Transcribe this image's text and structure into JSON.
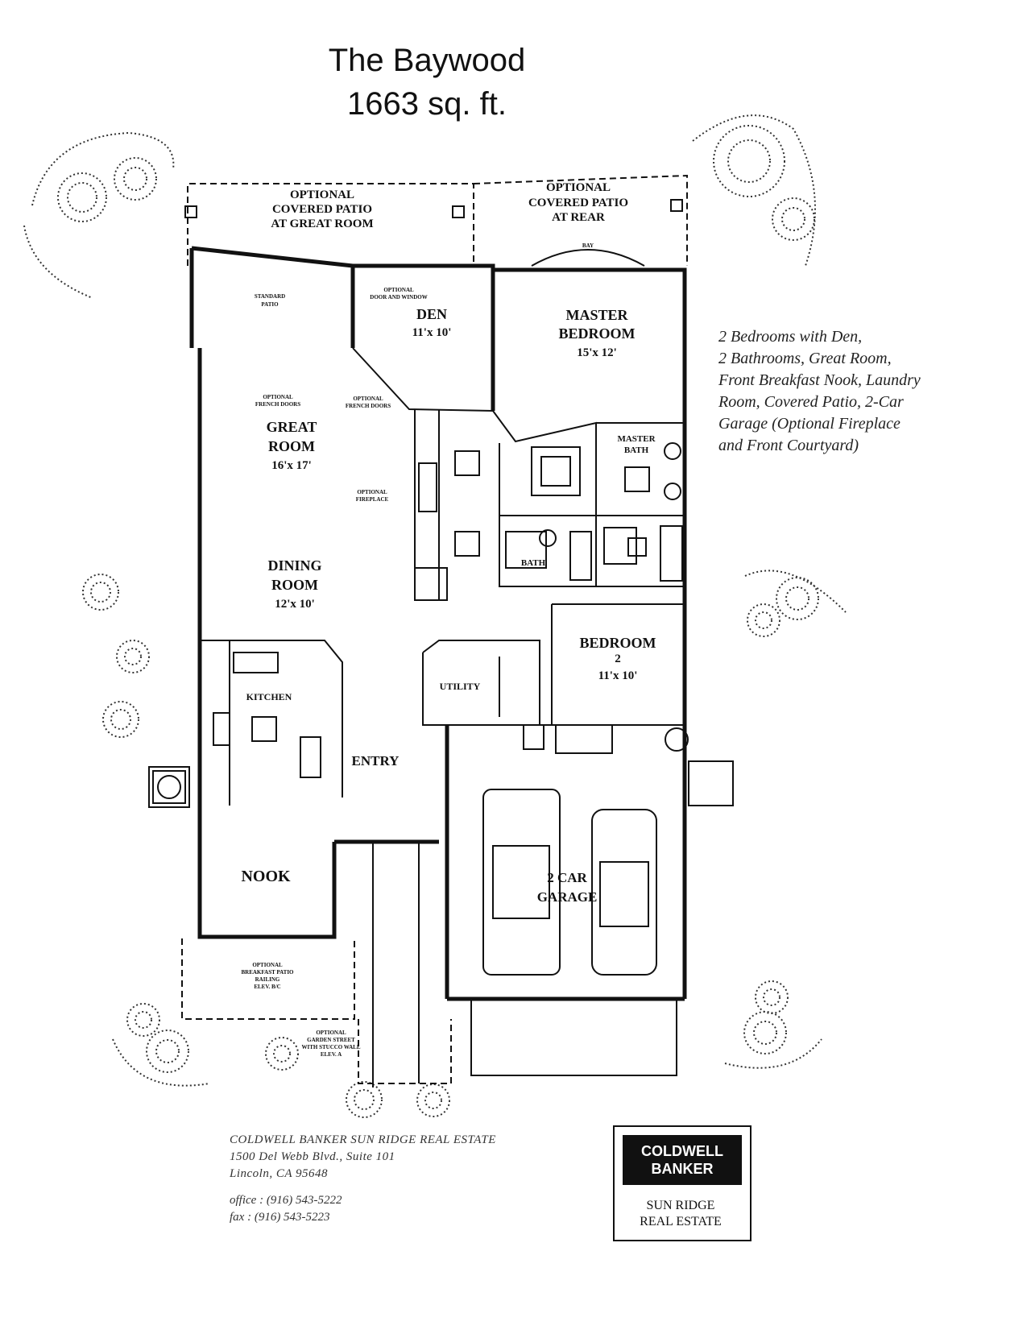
{
  "title": {
    "name": "The Baywood",
    "area": "1663 sq. ft."
  },
  "rooms": {
    "patio_great_room": [
      "OPTIONAL",
      "COVERED PATIO",
      "AT GREAT ROOM"
    ],
    "patio_rear": [
      "OPTIONAL",
      "COVERED PATIO",
      "AT REAR"
    ],
    "den": {
      "name": "DEN",
      "size": "11'x 10'"
    },
    "master_bedroom": {
      "name": [
        "MASTER",
        "BEDROOM"
      ],
      "size": "15'x 12'"
    },
    "great_room": {
      "name": [
        "GREAT",
        "ROOM"
      ],
      "size": "16'x 17'"
    },
    "dining_room": {
      "name": [
        "DINING",
        "ROOM"
      ],
      "size": "12'x 10'"
    },
    "master_bath": [
      "MASTER",
      "BATH"
    ],
    "bath": "BATH",
    "bedroom_2": {
      "name": [
        "BEDROOM",
        "2"
      ],
      "size": "11'x 10'"
    },
    "utility": "UTILITY",
    "kitchen": "KITCHEN",
    "entry": "ENTRY",
    "nook": "NOOK",
    "garage": [
      "2 CAR",
      "GARAGE"
    ]
  },
  "small_notes": {
    "standard_patio": [
      "STANDARD",
      "PATIO"
    ],
    "den_doors": [
      "OPTIONAL",
      "DOOR AND WINDOW"
    ],
    "french_doors_1": [
      "OPTIONAL",
      "FRENCH DOORS"
    ],
    "french_doors_2": [
      "OPTIONAL",
      "FRENCH DOORS"
    ],
    "fireplace": [
      "OPTIONAL",
      "FIREPLACE"
    ],
    "bay_window": "BAY",
    "nook_patio": [
      "OPTIONAL",
      "BREAKFAST PATIO",
      "RAILING",
      "ELEV. B/C"
    ],
    "courtyard": [
      "OPTIONAL",
      "GARDEN STREET",
      "WITH STUCCO WALL",
      "ELEV. A"
    ]
  },
  "description": [
    "2 Bedrooms with Den,",
    "2 Bathrooms, Great Room,",
    "Front Breakfast Nook, Laundry",
    "Room, Covered Patio, 2-Car",
    "Garage (Optional Fireplace",
    "and Front Courtyard)"
  ],
  "broker": {
    "name": "COLDWELL BANKER SUN RIDGE REAL ESTATE",
    "address_1": "1500 Del Webb Blvd., Suite 101",
    "address_2": "Lincoln, CA 95648",
    "office": "office : (916) 543-5222",
    "fax": "fax :     (916) 543-5223"
  },
  "logo": {
    "line1": "COLDWELL",
    "line2": "BANKER",
    "sub1": "SUN RIDGE",
    "sub2": "REAL ESTATE"
  },
  "colors": {
    "ink": "#111111",
    "paper": "#ffffff"
  }
}
